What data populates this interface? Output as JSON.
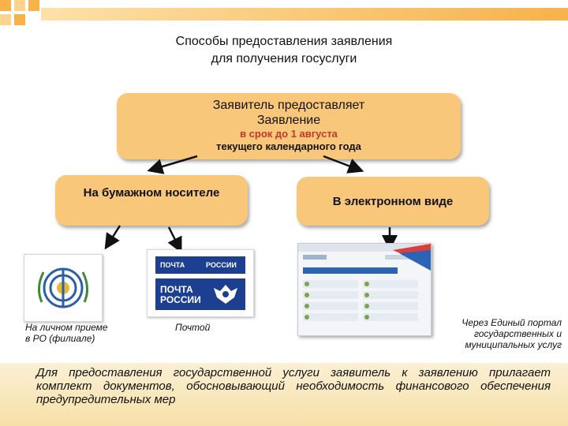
{
  "title": {
    "line1": "Способы предоставления заявления",
    "line2": "для получения госуслуги"
  },
  "main_box": {
    "line1": "Заявитель предоставляет",
    "line2": "Заявление",
    "deadline": "в срок до 1 августа",
    "year": "текущего календарного года"
  },
  "paper_box": {
    "label": "На бумажном носителе"
  },
  "electronic_box": {
    "label": "В электронном виде"
  },
  "captions": {
    "personal": "На личном приеме в РО (филиале)",
    "post": "Почтой",
    "portal": "Через Единый портал государственных и муниципальных услуг"
  },
  "post_logo": {
    "word1": "ПОЧТА",
    "word2": "РОССИИ"
  },
  "note": "Для предоставления государственной услуги заявитель к заявлению прилагает комплект документов, обосновывающий необходимость финансового обеспечения предупредительных мер",
  "colors": {
    "box_fill": "#f8c77a",
    "accent_red": "#c0392b",
    "post_blue": "#1c3f92",
    "note_bg": "#f9e7b8"
  },
  "icons": [
    "pfr-emblem-icon",
    "russian-post-logo-icon",
    "gosuslugi-portal-screenshot"
  ]
}
